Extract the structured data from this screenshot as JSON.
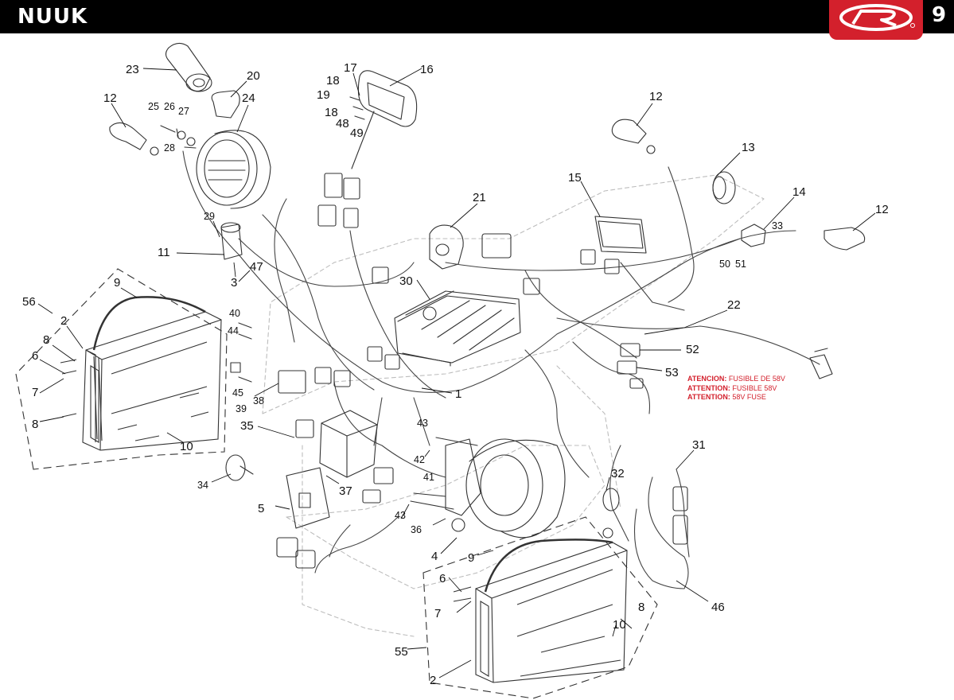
{
  "header": {
    "model": "NUUK",
    "page_number": "9",
    "brand_color": "#d3202c"
  },
  "logo": {
    "icon": "rieju-r-logo-icon"
  },
  "warning": {
    "lines": [
      {
        "bold": "ATENCION:",
        "text": "FUSIBLE DE 58V"
      },
      {
        "bold": "ATTENTION:",
        "text": "FUSIBLE 58V"
      },
      {
        "bold": "ATTENTION:",
        "text": "58V FUSE"
      }
    ],
    "color": "#d3202c"
  },
  "callouts": [
    {
      "id": "23",
      "text": "23"
    },
    {
      "id": "20",
      "text": "20"
    },
    {
      "id": "24",
      "text": "24"
    },
    {
      "id": "12a",
      "text": "12"
    },
    {
      "id": "25",
      "text": "25"
    },
    {
      "id": "26",
      "text": "26"
    },
    {
      "id": "27",
      "text": "27"
    },
    {
      "id": "28",
      "text": "28"
    },
    {
      "id": "17",
      "text": "17"
    },
    {
      "id": "16",
      "text": "16"
    },
    {
      "id": "18a",
      "text": "18"
    },
    {
      "id": "19",
      "text": "19"
    },
    {
      "id": "18b",
      "text": "18"
    },
    {
      "id": "48",
      "text": "48"
    },
    {
      "id": "49",
      "text": "49"
    },
    {
      "id": "12b",
      "text": "12"
    },
    {
      "id": "13",
      "text": "13"
    },
    {
      "id": "15",
      "text": "15"
    },
    {
      "id": "21",
      "text": "21"
    },
    {
      "id": "14",
      "text": "14"
    },
    {
      "id": "12c",
      "text": "12"
    },
    {
      "id": "33",
      "text": "33"
    },
    {
      "id": "50",
      "text": "50"
    },
    {
      "id": "51",
      "text": "51"
    },
    {
      "id": "29",
      "text": "29"
    },
    {
      "id": "11",
      "text": "11"
    },
    {
      "id": "47",
      "text": "47"
    },
    {
      "id": "3",
      "text": "3"
    },
    {
      "id": "30",
      "text": "30"
    },
    {
      "id": "22",
      "text": "22"
    },
    {
      "id": "9a",
      "text": "9"
    },
    {
      "id": "56",
      "text": "56"
    },
    {
      "id": "2a",
      "text": "2"
    },
    {
      "id": "40",
      "text": "40"
    },
    {
      "id": "44",
      "text": "44"
    },
    {
      "id": "8a",
      "text": "8"
    },
    {
      "id": "6a",
      "text": "6"
    },
    {
      "id": "7a",
      "text": "7"
    },
    {
      "id": "45",
      "text": "45"
    },
    {
      "id": "39",
      "text": "39"
    },
    {
      "id": "38",
      "text": "38"
    },
    {
      "id": "1",
      "text": "1"
    },
    {
      "id": "52",
      "text": "52"
    },
    {
      "id": "53",
      "text": "53"
    },
    {
      "id": "8b",
      "text": "8"
    },
    {
      "id": "10a",
      "text": "10"
    },
    {
      "id": "35",
      "text": "35"
    },
    {
      "id": "43a",
      "text": "43"
    },
    {
      "id": "31",
      "text": "31"
    },
    {
      "id": "34",
      "text": "34"
    },
    {
      "id": "37",
      "text": "37"
    },
    {
      "id": "42",
      "text": "42"
    },
    {
      "id": "41",
      "text": "41"
    },
    {
      "id": "32",
      "text": "32"
    },
    {
      "id": "5",
      "text": "5"
    },
    {
      "id": "43b",
      "text": "43"
    },
    {
      "id": "36",
      "text": "36"
    },
    {
      "id": "4",
      "text": "4"
    },
    {
      "id": "9b",
      "text": "9"
    },
    {
      "id": "6b",
      "text": "6"
    },
    {
      "id": "46",
      "text": "46"
    },
    {
      "id": "7b",
      "text": "7"
    },
    {
      "id": "8c",
      "text": "8"
    },
    {
      "id": "10b",
      "text": "10"
    },
    {
      "id": "55",
      "text": "55"
    },
    {
      "id": "2b",
      "text": "2"
    }
  ]
}
